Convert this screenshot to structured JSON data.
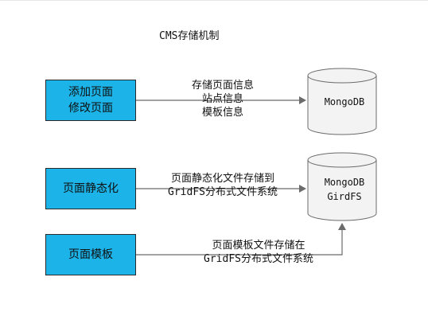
{
  "title": "CMS存储机制",
  "boxes": {
    "add_edit_page": [
      "添加页面",
      "修改页面"
    ],
    "page_static": "页面静态化",
    "page_template": "页面模板"
  },
  "edges": {
    "to_mongodb": [
      "存储页面信息",
      "站点信息",
      "模板信息"
    ],
    "static_to_gridfs": [
      "页面静态化文件存储到",
      "GridFS分布式文件系统"
    ],
    "template_to_gridfs": [
      "页面模板文件存储在",
      "GridFS分布式文件系统"
    ]
  },
  "databases": {
    "mongodb": "MongoDB",
    "gridfs": [
      "MongoDB",
      "GirdFS"
    ]
  },
  "colors": {
    "box_fill": "#1bb3e8",
    "cylinder_fill": "#f3f3f3",
    "stroke": "#6b6b6b"
  }
}
